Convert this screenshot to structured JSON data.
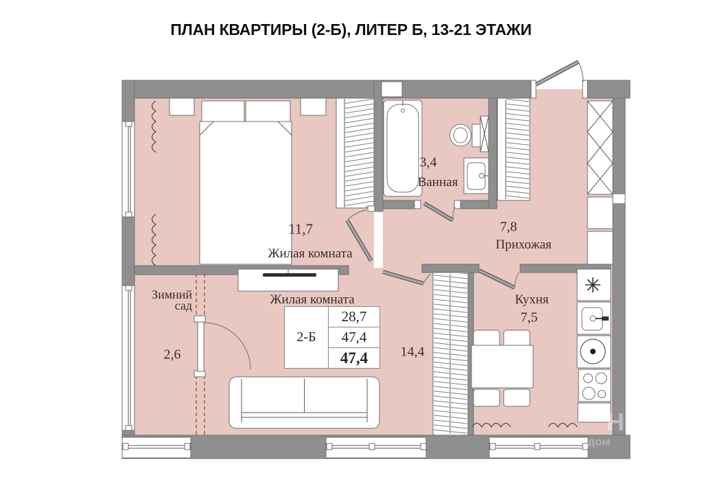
{
  "title": "ПЛАН КВАРТИРЫ  (2-Б), ЛИТЕР Б, 13-21 ЭТАЖИ",
  "rooms": {
    "bedroom": {
      "label": "Жилая комната",
      "area": "11,7"
    },
    "bathroom": {
      "label": "Ванная",
      "area": "3,4"
    },
    "hallway": {
      "label": "Прихожая",
      "area": "7,8"
    },
    "kitchen": {
      "label": "Кухня",
      "area": "7,5"
    },
    "living": {
      "label": "Жилая комната",
      "area": "14,4"
    },
    "winter_garden": {
      "label_line1": "Зимний",
      "label_line2": "сад",
      "area": "2,6"
    }
  },
  "info_table": {
    "unit": "2-Б",
    "living_area": "28,7",
    "area": "47,4",
    "total_area": "47,4"
  },
  "watermark": {
    "fragment1": "Н",
    "fragment2": "дом"
  },
  "colors": {
    "room_fill": "#e9c8c2",
    "wall": "#8f8f8f",
    "wall_outline": "#6e6e6e",
    "label_text": "#3a2e2a",
    "dash_line": "#9c5a52"
  }
}
